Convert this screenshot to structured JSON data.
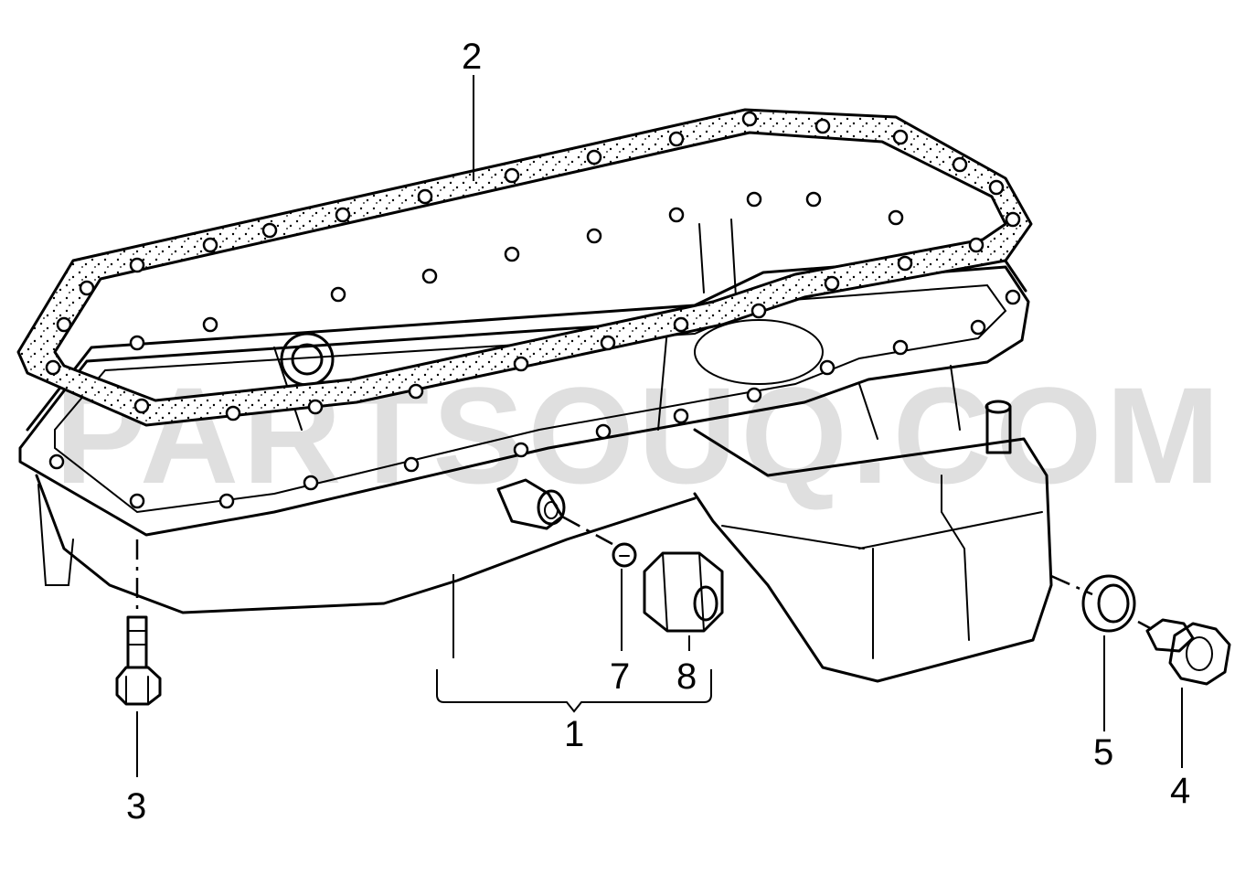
{
  "watermark": "PARTSOUQ.COM",
  "callouts": {
    "c1": "1",
    "c2": "2",
    "c3": "3",
    "c4": "4",
    "c5": "5",
    "c7": "7",
    "c8": "8"
  }
}
